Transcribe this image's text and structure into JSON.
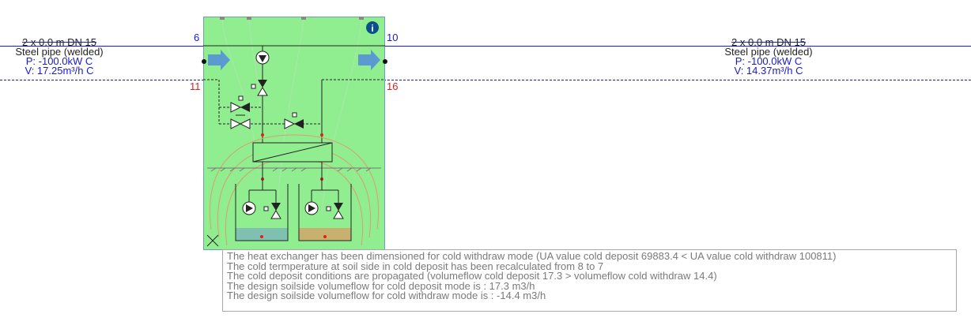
{
  "pipes": [
    {
      "side": "left",
      "line1": "2 x 0.0 m DN 15",
      "line2": "Steel pipe (welded)",
      "line3": "P:  -100.0kW C",
      "line4": "V:  17.25m³/h C"
    },
    {
      "side": "right",
      "line1": "2 x 0.0 m DN 15",
      "line2": "Steel pipe (welded)",
      "line3": "P:  -100.0kW C",
      "line4": "V:  14.37m³/h C"
    }
  ],
  "nodes": {
    "n6": "6",
    "n10": "10",
    "n11": "11",
    "n16": "16"
  },
  "info_icon": "i",
  "colors": {
    "component_fill": "#90ee90",
    "component_border": "#6aa0c8",
    "pipe_line": "#1a1ad0",
    "node_red": "#e0201a",
    "cold_deposit": "#7fc0b0",
    "withdraw_deposit": "#c8b070",
    "soil_curve": "#d8a070",
    "arrow": "#5a9ad0"
  },
  "icons": [
    "info-icon",
    "arrow-right-icon",
    "pump-icon",
    "valve-icon",
    "heat-exchanger-icon",
    "resize-icon"
  ],
  "tooltip": {
    "lines": [
      "The heat exchanger has been dimensioned for cold withdraw mode (UA value cold deposit 69883.4 < UA value cold withdraw 100811)",
      "The cold termperature at soil side in cold deposit has been recalculated from 8 to 7",
      "The cold deposit conditions are propagated (volumeflow cold deposit 17.3 > volumeflow cold withdraw 14.4)",
      "The design soilside volumeflow for cold deposit mode is : 17.3 m3/h",
      "The design soilside volumeflow for cold withdraw mode is : -14.4 m3/h"
    ]
  }
}
